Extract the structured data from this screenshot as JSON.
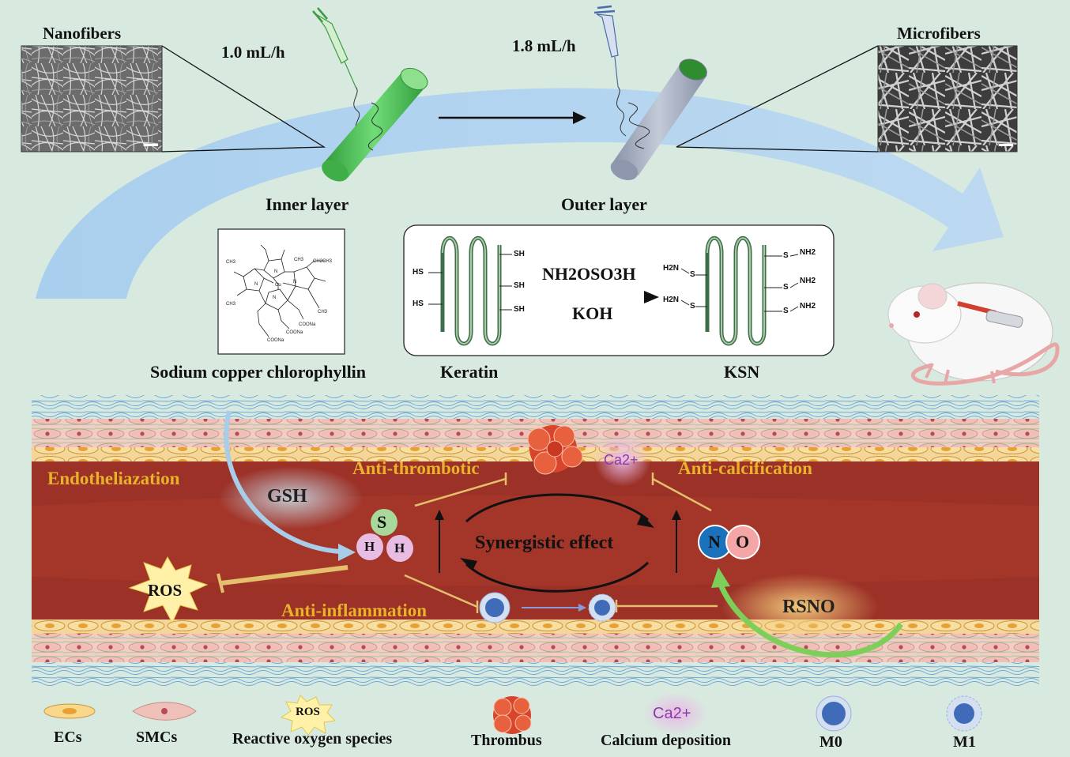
{
  "top": {
    "nanofibers_label": "Nanofibers",
    "microfibers_label": "Microfibers",
    "rate_inner": "1.0 mL/h",
    "rate_outer": "1.8 mL/h",
    "inner_layer_label": "Inner layer",
    "outer_layer_label": "Outer layer",
    "scale_bar_nano": "5 μm",
    "scale_bar_micro": "5 μm"
  },
  "chemistry": {
    "chlorophyllin_label": "Sodium copper chlorophyllin",
    "keratin_label": "Keratin",
    "ksn_label": "KSN",
    "reagent_1": "NH2OSO3H",
    "reagent_2": "KOH",
    "sh": "SH",
    "hs": "HS",
    "h2n": "H2N",
    "nh2": "NH2",
    "s": "S",
    "mol_cu": "Cu",
    "mol_n": "N",
    "mol_ethyl": "CH2CH3",
    "mol_methyl": "CH3",
    "mol_coona_1": "COONa",
    "mol_coona_2": "COONa",
    "mol_coona_3": "COONa"
  },
  "vessel": {
    "endothelization": "Endotheliazation",
    "anti_thrombotic": "Anti-thrombotic",
    "anti_calcification": "Anti-calcification",
    "anti_inflammation": "Anti-inflammation",
    "synergistic": "Synergistic effect",
    "gsh": "GSH",
    "ros": "ROS",
    "rsno": "RSNO",
    "ca2": "Ca2+",
    "sh_s": "S",
    "sh_h1": "H",
    "sh_h2": "H",
    "no_n": "N",
    "no_o": "O"
  },
  "legend": {
    "ecs": "ECs",
    "smcs": "SMCs",
    "ros_icon": "ROS",
    "ros_text": "Reactive oxygen species",
    "thrombus": "Thrombus",
    "ca_icon": "Ca2+",
    "calcium": "Calcium deposition",
    "m0": "M0",
    "m1": "M1"
  },
  "colors": {
    "background": "#d8eadf",
    "vessel_lumen": "#9b3127",
    "highlight_text": "#e8b32a",
    "flow_arrow": "#b8d6ee",
    "inner_tube": "#4cbf55",
    "outer_tube": "#a5adc0"
  }
}
